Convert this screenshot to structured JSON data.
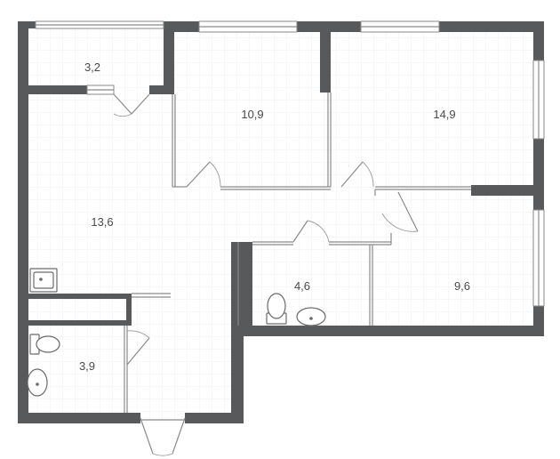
{
  "rooms": [
    {
      "id": "storage",
      "area": "3,2"
    },
    {
      "id": "bedroom-1",
      "area": "10,9"
    },
    {
      "id": "bedroom-2",
      "area": "14,9"
    },
    {
      "id": "living-kitchen",
      "area": "13,6"
    },
    {
      "id": "bathroom",
      "area": "4,6"
    },
    {
      "id": "bedroom-3",
      "area": "9,6"
    },
    {
      "id": "wc",
      "area": "3,9"
    }
  ],
  "colors": {
    "wall": "#58595b",
    "grid": "#efefef",
    "line": "#8a8a8a"
  },
  "icons": [
    "sink-icon",
    "toilet-icon",
    "washbasin-icon",
    "kitchen-sink-icon"
  ]
}
